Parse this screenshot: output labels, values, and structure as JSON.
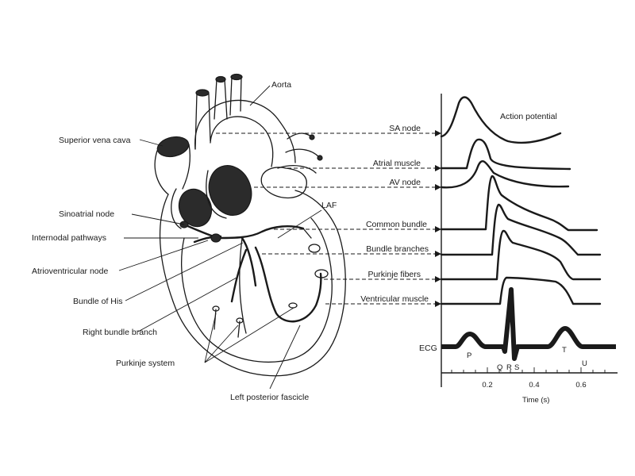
{
  "heart_labels": {
    "aorta": "Aorta",
    "superior_vena_cava": "Superior vena cava",
    "sinoatrial_node": "Sinoatrial node",
    "internodal_pathways": "Internodal pathways",
    "atrioventricular_node": "Atrioventricular node",
    "bundle_of_his": "Bundle of His",
    "right_bundle_branch": "Right bundle branch",
    "purkinje_system": "Purkinje system",
    "left_posterior_fascicle": "Left posterior fascicle",
    "laf": "LAF"
  },
  "trace_labels": {
    "sa_node": "SA node",
    "atrial_muscle": "Atrial muscle",
    "av_node": "AV node",
    "common_bundle": "Common bundle",
    "bundle_branches": "Bundle branches",
    "purkinje_fibers": "Purkinje fibers",
    "ventricular_muscle": "Ventricular muscle"
  },
  "plot": {
    "title": "Action potential",
    "ecg_label": "ECG",
    "waves": {
      "p": "P",
      "q": "Q",
      "r": "R",
      "s": "S",
      "t": "T",
      "u": "U"
    },
    "ticks": [
      "0.2",
      "0.4",
      "0.6"
    ],
    "xlabel": "Time (s)"
  }
}
